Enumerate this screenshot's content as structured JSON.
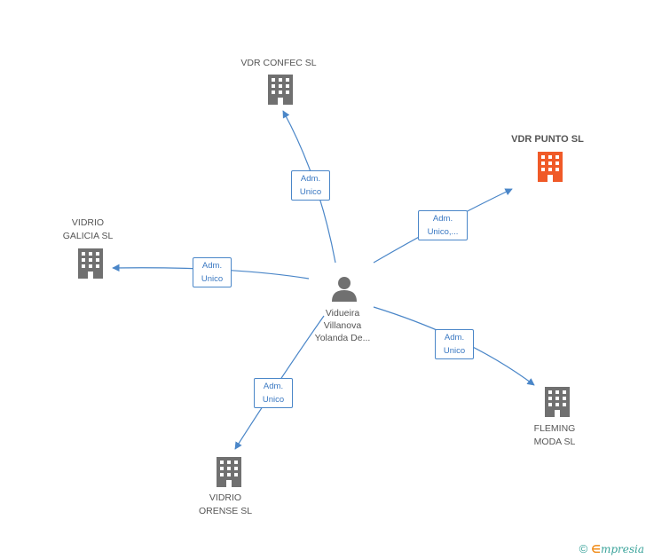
{
  "center": {
    "name": "Vidueira\nVillanova\nYolanda De...",
    "icon": "person-icon"
  },
  "companies": [
    {
      "id": "vdr-confec",
      "name": "VDR CONFEC SL",
      "icon": "building-icon",
      "color": "#707070",
      "highlight": false
    },
    {
      "id": "vdr-punto",
      "name": "VDR PUNTO SL",
      "icon": "building-icon",
      "color": "#f05a28",
      "highlight": true
    },
    {
      "id": "vidrio-galicia",
      "name": "VIDRIO\nGALICIA SL",
      "icon": "building-icon",
      "color": "#707070",
      "highlight": false
    },
    {
      "id": "fleming-moda",
      "name": "FLEMING\nMODA  SL",
      "icon": "building-icon",
      "color": "#707070",
      "highlight": false
    },
    {
      "id": "vidrio-orense",
      "name": "VIDRIO\nORENSE SL",
      "icon": "building-icon",
      "color": "#707070",
      "highlight": false
    }
  ],
  "relations": [
    {
      "to": "vdr-confec",
      "label": "Adm.\nUnico"
    },
    {
      "to": "vdr-punto",
      "label": "Adm.\nUnico,..."
    },
    {
      "to": "vidrio-galicia",
      "label": "Adm.\nUnico"
    },
    {
      "to": "fleming-moda",
      "label": "Adm.\nUnico"
    },
    {
      "to": "vidrio-orense",
      "label": "Adm.\nUnico"
    }
  ],
  "footer": {
    "copyright_symbol": "©",
    "brand_initial": "∈",
    "brand_rest": "mpresia"
  },
  "colors": {
    "edge": "#4a86c8",
    "building_default": "#707070",
    "building_highlight": "#f05a28",
    "person": "#707070"
  }
}
